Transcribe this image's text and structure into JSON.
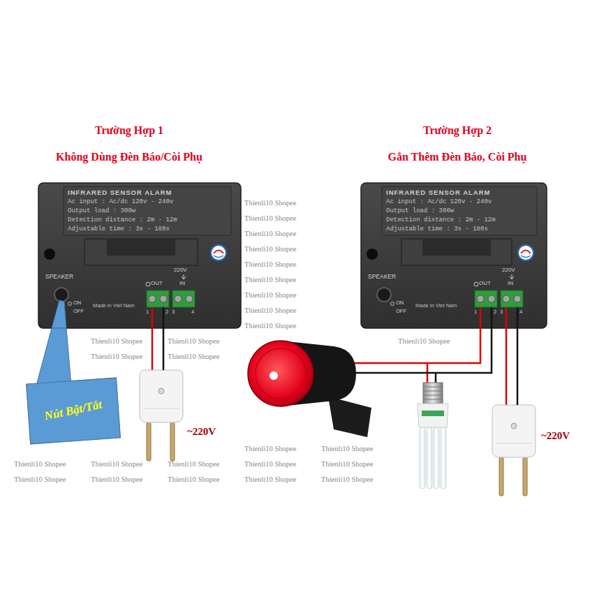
{
  "diagram": {
    "nodes": [
      {
        "text": [
          "INFRARED SENSOR ALARM",
          "Ac input : Ac/dc 120v - 240v",
          "Output load : 300w",
          "Detection distance : 2m - 12m",
          "Adjustable time : 3s - 180s",
          "220V",
          "OUT",
          "IN",
          "1",
          "2",
          "3",
          "4",
          "SPEAKER",
          "ON",
          "OFF",
          "Made in Viet Nam"
        ]
      },
      {
        "text": [
          "~220V"
        ]
      },
      {
        "text": [
          "Nút Bật/Tắt"
        ]
      },
      {
        "text": [
          "INFRARED SENSOR ALARM",
          "Ac input : Ac/dc 120v - 240v",
          "Output load : 300w",
          "Detection distance : 2m - 12m",
          "Adjustable time : 3s - 180s",
          "220V",
          "OUT",
          "IN",
          "1",
          "2",
          "3",
          "4",
          "SPEAKER",
          "ON",
          "OFF",
          "Made in Viet Nam"
        ]
      },
      {
        "text": [
          "~220V"
        ]
      }
    ],
    "edges": [
      {
        "from": 0,
        "to": 1,
        "arrow": "none"
      },
      {
        "from": 3,
        "to": 4,
        "arrow": "none"
      }
    ],
    "labels": [
      "Trường Hợp 1",
      "Không Dùng Đèn Báo/Còi Phụ",
      "Trường Hợp 2",
      "Gắn Thêm Đèn Báo, Còi Phụ",
      "Thienli10 Shopee",
      "Thienli10 Shopee",
      "Thienli10 Shopee",
      "Thienli10 Shopee",
      "Thienli10 Shopee",
      "Thienli10 Shopee",
      "Thienli10 Shopee",
      "Thienli10 Shopee",
      "Thienli10 Shopee",
      "Thienli10 Shopee",
      "Thienli10 Shopee",
      "Thienli10 Shopee",
      "Thienli10 Shopee",
      "Thienli10 Shopee",
      "Thienli10 Shopee",
      "Thienli10 Shopee",
      "Thienli10 Shopee",
      "Thienli10 Shopee",
      "Thienli10 Shopee",
      "Thienli10 Shopee",
      "Thienli10 Shopee",
      "Thienli10 Shopee",
      "Thienli10 Shopee",
      "Thienli10 Shopee",
      "Thienli10 Shopee",
      "Thienli10 Shopee"
    ]
  }
}
